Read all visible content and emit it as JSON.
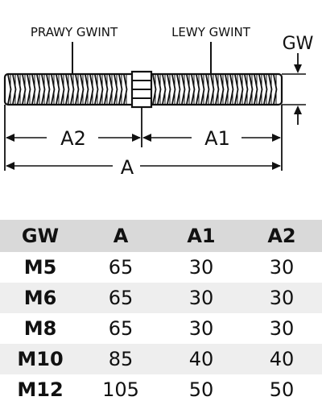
{
  "diagram": {
    "label_right_thread": "PRAWY GWINT",
    "label_left_thread": "LEWY GWINT",
    "label_gw": "GW",
    "label_a2": "A2",
    "label_a1": "A1",
    "label_a": "A"
  },
  "table": {
    "headers": [
      "GW",
      "A",
      "A1",
      "A2"
    ],
    "rows": [
      [
        "M5",
        "65",
        "30",
        "30"
      ],
      [
        "M6",
        "65",
        "30",
        "30"
      ],
      [
        "M8",
        "65",
        "30",
        "30"
      ],
      [
        "M10",
        "85",
        "40",
        "40"
      ],
      [
        "M12",
        "105",
        "50",
        "50"
      ]
    ]
  },
  "colors": {
    "line": "#111111",
    "header_bg": "#d9d9d9",
    "shaded_row_bg": "#eeeeee"
  }
}
